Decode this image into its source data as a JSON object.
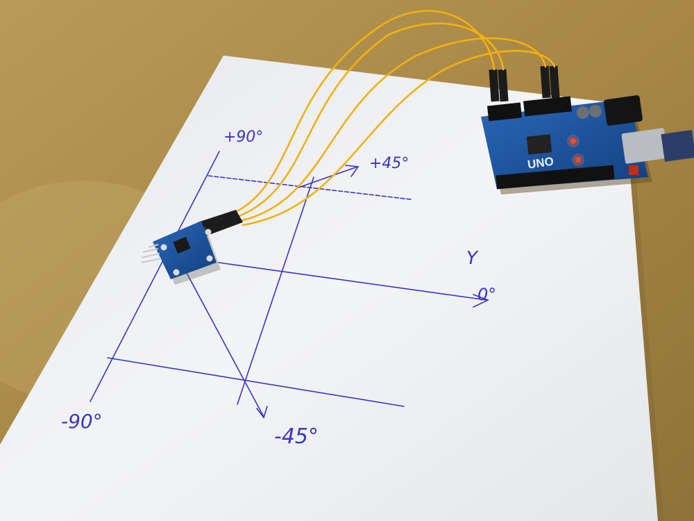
{
  "labels": {
    "plus90": "+90°",
    "plus45": "+45°",
    "axis_y": "Y",
    "zero": "0°",
    "minus90": "-90°",
    "minus45": "-45°"
  },
  "board": {
    "label": "UNO"
  },
  "colors": {
    "desk": "#b08f4e",
    "paper": "#eef0f3",
    "ink": "#3a33c8",
    "wire": "#f2b10f",
    "pcb": "#1a4f9c",
    "led": "#ff3b1f"
  }
}
